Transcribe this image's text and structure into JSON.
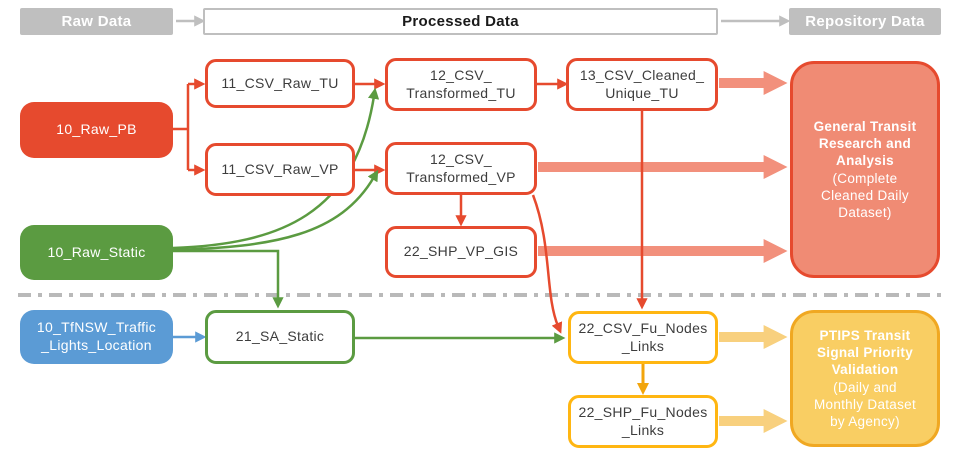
{
  "header": {
    "raw_data": "Raw Data",
    "processed_data": "Processed Data",
    "repository_data": "Repository Data"
  },
  "raw_stage": {
    "raw_pb": "10_Raw_PB",
    "raw_static": "10_Raw_Static",
    "tfnsw_traffic_lights": "10_TfNSW_Traffic\n_Lights_Location"
  },
  "processed_stage": {
    "csv_raw_tu": "11_CSV_Raw_TU",
    "csv_raw_vp": "11_CSV_Raw_VP",
    "csv_transformed_tu": "12_CSV_\nTransformed_TU",
    "csv_transformed_vp": "12_CSV_\nTransformed_VP",
    "csv_cleaned_unique_tu": "13_CSV_Cleaned_\nUnique_TU",
    "shp_vp_gis": "22_SHP_VP_GIS",
    "sa_static": "21_SA_Static",
    "csv_fu_nodes_links": "22_CSV_Fu_Nodes\n_Links",
    "shp_fu_nodes_links": "22_SHP_Fu_Nodes\n_Links"
  },
  "repository_stage": {
    "gtra_title": "General Transit\nResearch and\nAnalysis",
    "gtra_subtitle": "(Complete\nCleaned Daily\nDataset)",
    "ptips_title": "PTIPS Transit\nSignal Priority\nValidation",
    "ptips_subtitle": "(Daily and\nMonthly Dataset\nby Agency)"
  },
  "colors": {
    "red": "#E64A2E",
    "salmon_fill": "#F08B74",
    "salmon_arrow": "#F2907C",
    "green": "#5B9B41",
    "blue": "#5B9BD5",
    "gold_border": "#FFB612",
    "gold_fill": "#F9CE63",
    "gold_arrow": "#F8D07E",
    "orange_arrow": "#F2A50C",
    "amber_border": "#F0A822",
    "gray": "#BFBFBF",
    "divider_gray": "#B9B9B9"
  }
}
